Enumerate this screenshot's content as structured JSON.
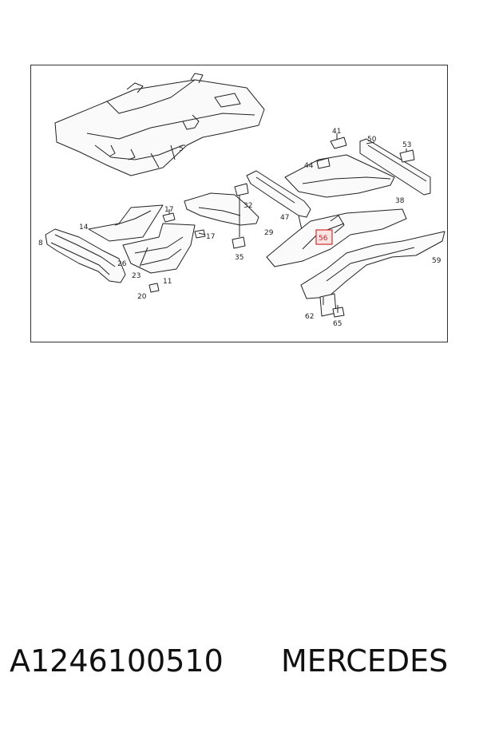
{
  "diagram": {
    "callouts": [
      {
        "id": "c5",
        "text": "5"
      },
      {
        "id": "c8",
        "text": "8"
      },
      {
        "id": "c11",
        "text": "11"
      },
      {
        "id": "c14",
        "text": "14"
      },
      {
        "id": "c17a",
        "text": "17"
      },
      {
        "id": "c17b",
        "text": "17"
      },
      {
        "id": "c20",
        "text": "20"
      },
      {
        "id": "c23",
        "text": "23"
      },
      {
        "id": "c26",
        "text": "26"
      },
      {
        "id": "c29",
        "text": "29"
      },
      {
        "id": "c32",
        "text": "32"
      },
      {
        "id": "c35",
        "text": "35"
      },
      {
        "id": "c38",
        "text": "38"
      },
      {
        "id": "c41",
        "text": "41"
      },
      {
        "id": "c44",
        "text": "44"
      },
      {
        "id": "c47",
        "text": "47"
      },
      {
        "id": "c50",
        "text": "50"
      },
      {
        "id": "c53",
        "text": "53"
      },
      {
        "id": "c59",
        "text": "59"
      },
      {
        "id": "c62",
        "text": "62"
      },
      {
        "id": "c65",
        "text": "65"
      }
    ],
    "highlighted": {
      "text": "56",
      "color": "#d23030"
    }
  },
  "footer": {
    "part_number": "A1246100510",
    "brand": "MERCEDES"
  }
}
